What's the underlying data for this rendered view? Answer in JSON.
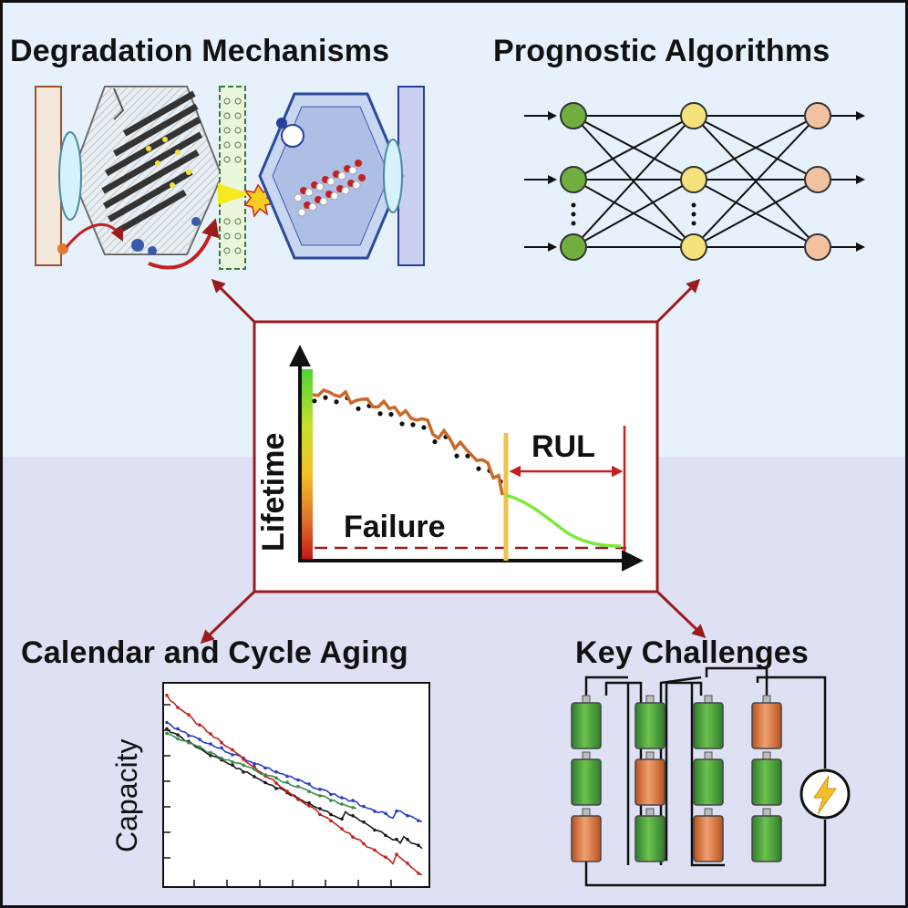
{
  "sections": {
    "degradation": "Degradation Mechanisms",
    "prognostic": "Prognostic Algorithms",
    "aging": "Calendar and Cycle Aging",
    "challenges": "Key Challenges"
  },
  "center": {
    "y_label": "Lifetime",
    "failure_label": "Failure",
    "rul_label": "RUL"
  },
  "capacity_plot": {
    "y_label": "Capacity"
  },
  "colors": {
    "arrow": "#9b1c1c",
    "history": "#c9692a",
    "prediction": "#7bea3a",
    "cell_healthy": "#3f9a3a",
    "cell_degraded": "#d26a2a",
    "series_blue": "#2a3fc4",
    "series_black": "#1a1a1a",
    "series_red": "#c42020",
    "series_green": "#3a8a4a"
  }
}
